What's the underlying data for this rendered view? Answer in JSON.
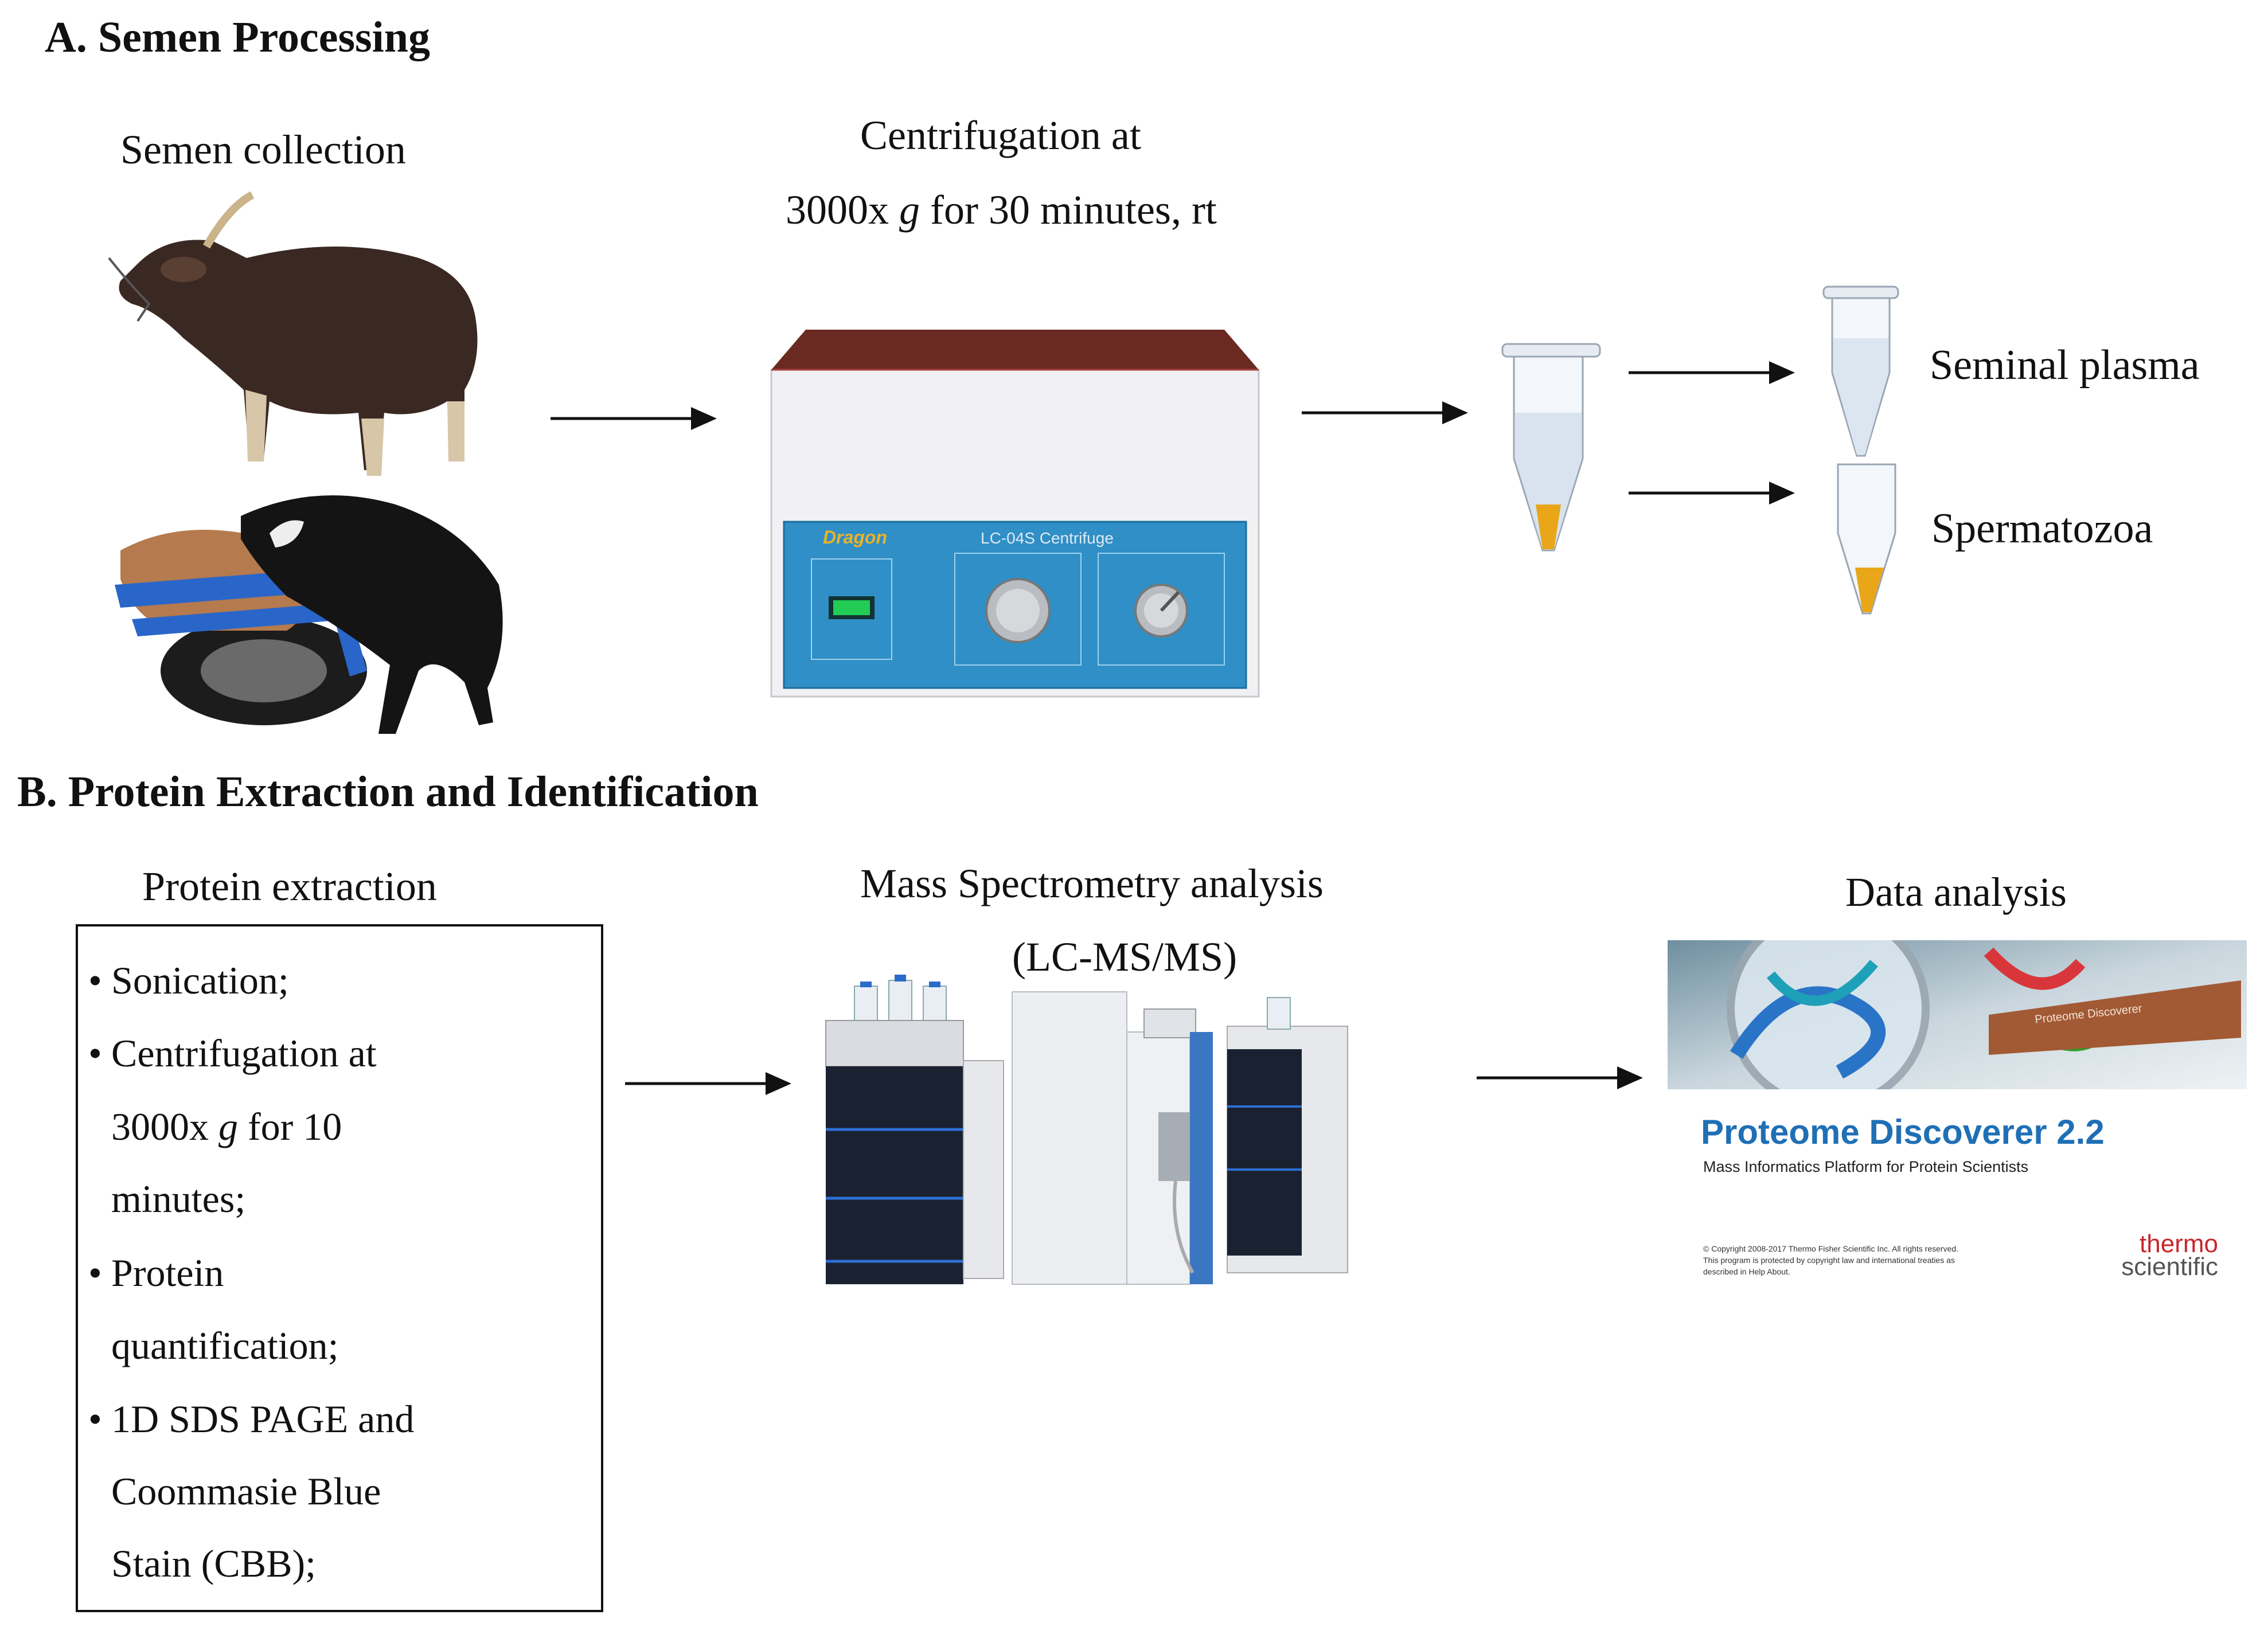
{
  "section_a": {
    "title": "A. Semen Processing"
  },
  "semen_collection": {
    "label": "Semen collection"
  },
  "centrifugation": {
    "line1": "Centrifugation at",
    "line2_pre": "3000x ",
    "line2_g": "g",
    "line2_post": " for 30 minutes, rt"
  },
  "centrifuge_device": {
    "brand": "Dragon",
    "model": "LC-04S  Centrifuge"
  },
  "outputs": {
    "top": "Seminal plasma",
    "bottom": "Spermatozoa"
  },
  "section_b": {
    "title": "B. Protein Extraction and Identification"
  },
  "protein_extraction": {
    "label": "Protein extraction",
    "step1": "Sonication;",
    "step2_l1": "Centrifugation at",
    "step2_l2_pre": "3000x ",
    "step2_l2_g": "g",
    "step2_l2_post": " for 10",
    "step2_l3": "minutes;",
    "step3_l1": "Protein",
    "step3_l2": "quantification;",
    "step4_l1": "1D SDS PAGE and",
    "step4_l2": "Coommasie Blue",
    "step4_l3": "Stain (CBB);",
    "bullet": "•"
  },
  "mass_spec": {
    "line1": "Mass Spectrometry analysis",
    "line2": "(LC-MS/MS)"
  },
  "data_analysis": {
    "label": "Data analysis",
    "banner_text": "Proteome Discoverer",
    "title": "Proteome Discoverer 2.2",
    "subtitle": "Mass Informatics Platform for Protein Scientists",
    "copyright_l1": "© Copyright 2008-2017 Thermo Fisher Scientific Inc. All rights reserved.",
    "copyright_l2": "This program is protected by copyright law and international treaties as",
    "copyright_l3": "described in Help About.",
    "brand_l1": "thermo",
    "brand_l2": "scientific"
  },
  "colors": {
    "centrifuge_panel": "#2f8fc6",
    "pellet": "#e8a618",
    "pd_blue": "#1f6fb5",
    "brand_red": "#c8262c"
  }
}
